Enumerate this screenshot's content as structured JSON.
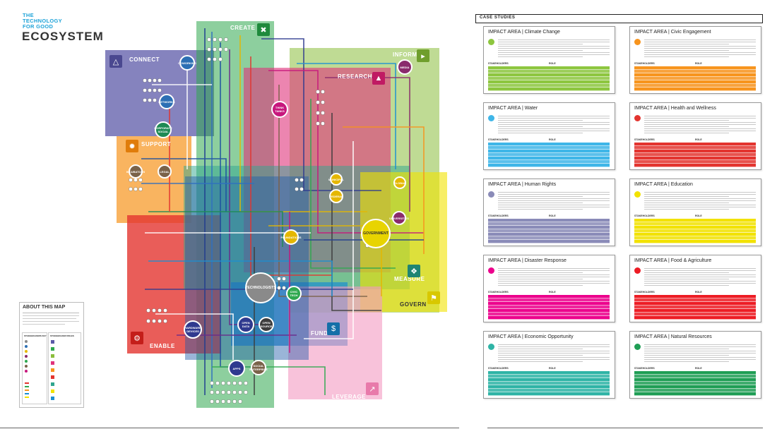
{
  "brand": {
    "small": "THE TECHNOLOGY FOR GOOD",
    "big": "ECOSYSTEM"
  },
  "zones": [
    {
      "id": "connect",
      "label": "CONNECT",
      "color": "#5c5aa8"
    },
    {
      "id": "create",
      "label": "CREATE",
      "color": "#2fa84f"
    },
    {
      "id": "inform",
      "label": "INFORM",
      "color": "#8bbd3c"
    },
    {
      "id": "research",
      "label": "RESEARCH",
      "color": "#e0337c"
    },
    {
      "id": "support",
      "label": "SUPPORT",
      "color": "#f7941d"
    },
    {
      "id": "enable",
      "label": "ENABLE",
      "color": "#e3342f"
    },
    {
      "id": "measure",
      "label": "MEASURE",
      "color": "#2fa58f"
    },
    {
      "id": "govern",
      "label": "GOVERN",
      "color": "#f2e200"
    },
    {
      "id": "fund",
      "label": "FUND",
      "color": "#1c8fd1"
    },
    {
      "id": "leverage",
      "label": "LEVERAGE",
      "color": "#f49ac1"
    }
  ],
  "nodes": [
    {
      "id": "technologists",
      "label": "TECHNOLOGISTS",
      "color": "#8a8a8a"
    },
    {
      "id": "government",
      "label": "GOVERNMENT",
      "color": "#e8d400"
    },
    {
      "id": "media",
      "label": "MEDIA",
      "color": "#8a2b6c"
    },
    {
      "id": "think-tanks",
      "label": "THINK TANKS",
      "color": "#c7177d"
    },
    {
      "id": "networks",
      "label": "NETWORKS",
      "color": "#2c6fb4"
    },
    {
      "id": "coworking",
      "label": "COWORKING",
      "color": "#2c6fb4"
    },
    {
      "id": "corporate-social",
      "label": "CORPORATE SOCIAL",
      "color": "#1e8a54"
    },
    {
      "id": "legal",
      "label": "LEGAL",
      "color": "#7a6249"
    },
    {
      "id": "incubators",
      "label": "INCUBATORS",
      "color": "#7a6249"
    },
    {
      "id": "federal",
      "label": "FEDERAL",
      "color": "#e5b700"
    },
    {
      "id": "municipal",
      "label": "MUNICIPAL",
      "color": "#e5b700"
    },
    {
      "id": "global",
      "label": "GLOBAL",
      "color": "#e5b700"
    },
    {
      "id": "universities",
      "label": "UNIVERSITIES",
      "color": "#8a2b6c"
    },
    {
      "id": "foundations",
      "label": "FOUNDATIONS",
      "color": "#e5b700"
    },
    {
      "id": "civic-tech",
      "label": "CIVIC TECH",
      "color": "#2fa84f"
    },
    {
      "id": "hardware",
      "label": "HARDWARE DEVICES",
      "color": "#2f3a8f"
    },
    {
      "id": "open-data",
      "label": "OPEN DATA",
      "color": "#2f3a8f"
    },
    {
      "id": "apps",
      "label": "APPS",
      "color": "#2f3a8f"
    },
    {
      "id": "social-enterprise",
      "label": "SOCIAL ENTERPRISE",
      "color": "#7a6249"
    },
    {
      "id": "open-source",
      "label": "OPEN SOURCE",
      "color": "#3d3d3d"
    }
  ],
  "about": {
    "title": "ABOUT THIS MAP",
    "legend_left": "STAKEHOLDERS KEY",
    "legend_right": "STAKEHOLDER ROLES"
  },
  "case_studies": {
    "header": "CASE STUDIES",
    "stakeholders_label": "STAKEHOLDERS",
    "role_label": "ROLE",
    "cards": [
      {
        "title": "IMPACT AREA | Climate Change",
        "color": "#8dc63f"
      },
      {
        "title": "IMPACT AREA | Civic Engagement",
        "color": "#f7941d"
      },
      {
        "title": "IMPACT AREA | Water",
        "color": "#3fb6e8"
      },
      {
        "title": "IMPACT AREA | Health and Wellness",
        "color": "#e3342f"
      },
      {
        "title": "IMPACT AREA | Human Rights",
        "color": "#8a8bb8"
      },
      {
        "title": "IMPACT AREA | Education",
        "color": "#f2e200"
      },
      {
        "title": "IMPACT AREA | Disaster Response",
        "color": "#ec008c"
      },
      {
        "title": "IMPACT AREA | Food & Agriculture",
        "color": "#ed1c24"
      },
      {
        "title": "IMPACT AREA | Economic Opportunity",
        "color": "#2fb4a6"
      },
      {
        "title": "IMPACT AREA | Natural Resources",
        "color": "#1f9e55"
      }
    ]
  }
}
